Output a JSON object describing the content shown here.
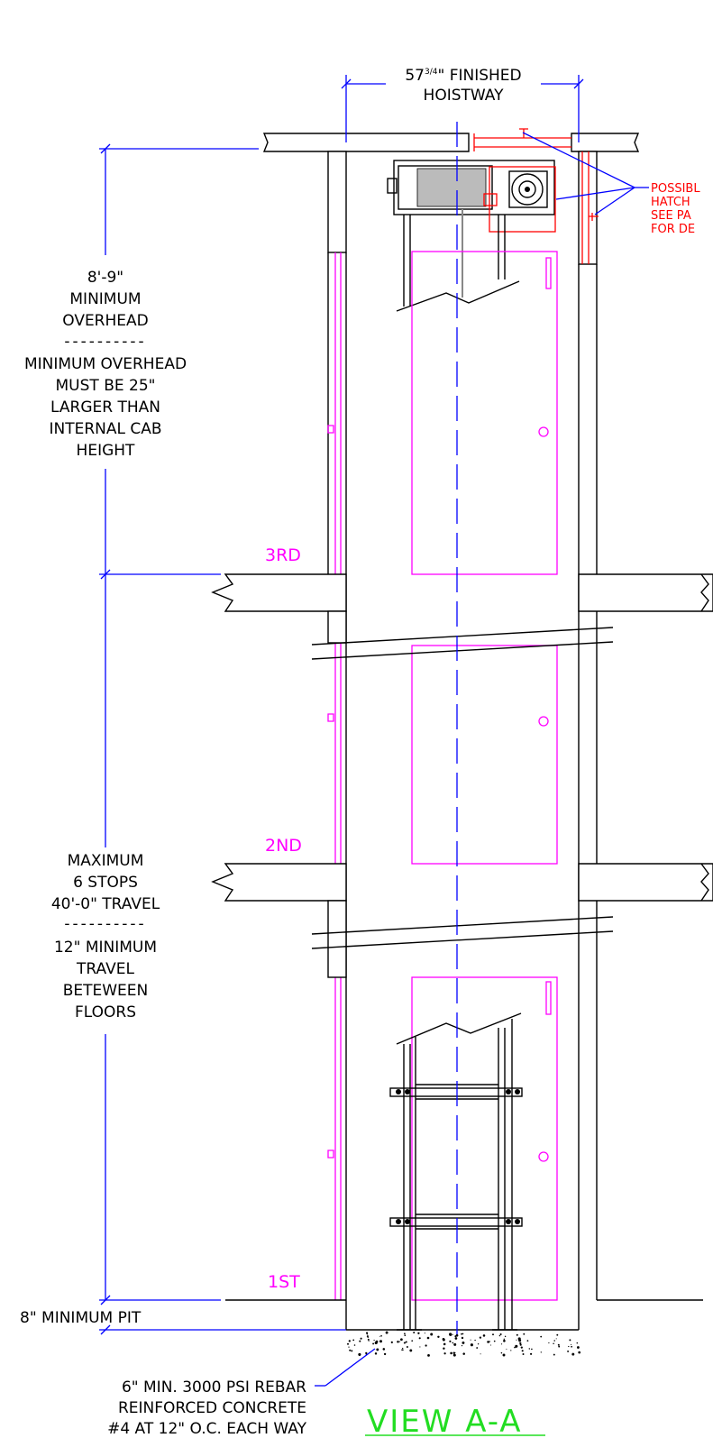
{
  "dimensions": {
    "hoistway_width_prefix": "57",
    "hoistway_width_fraction": "3/4",
    "hoistway_width_suffix": "\" FINISHED",
    "hoistway_line2": "HOISTWAY",
    "overhead": [
      "8'-9\"",
      "MINIMUM",
      "OVERHEAD",
      "----------",
      "MINIMUM OVERHEAD",
      "MUST BE 25\"",
      "LARGER THAN",
      "INTERNAL CAB",
      "HEIGHT"
    ],
    "travel": [
      "MAXIMUM",
      "6 STOPS",
      "40'-0\" TRAVEL",
      "----------",
      "12\" MINIMUM",
      "TRAVEL",
      "BETEWEEN",
      "FLOORS"
    ],
    "pit": "8\" MINIMUM PIT"
  },
  "floors": [
    "3RD",
    "2ND",
    "1ST"
  ],
  "hatch_note": [
    "POSSIBL",
    "HATCH",
    "SEE PA",
    "FOR DE"
  ],
  "concrete_note": [
    "6\" MIN. 3000 PSI REBAR",
    "REINFORCED CONCRETE",
    "#4 AT 12\" O.C. EACH WAY"
  ],
  "view_title": "VIEW A-A",
  "colors": {
    "structure": "#000000",
    "dimension": "#0000ff",
    "car": "#ff00ff",
    "hatch": "#ff0000",
    "title": "#22dd22"
  }
}
